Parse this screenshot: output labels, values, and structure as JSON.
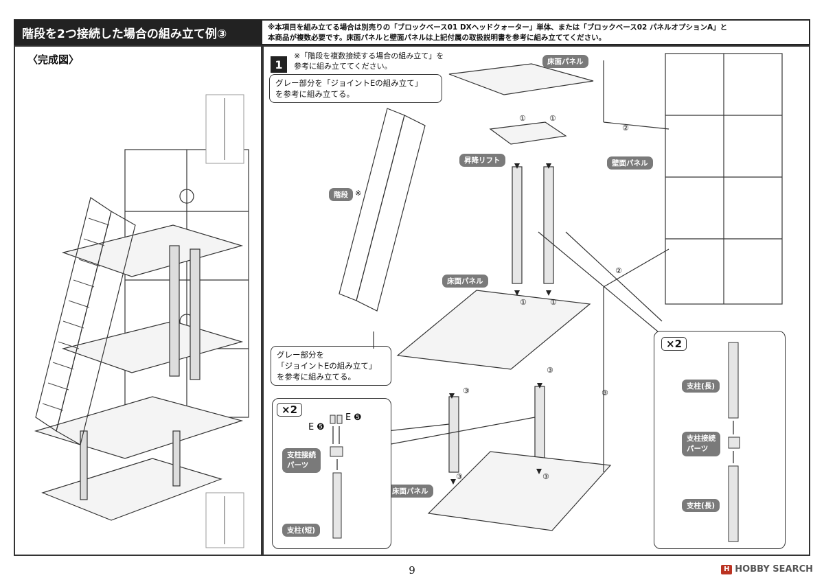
{
  "header": {
    "title": "階段を2つ接続した場合の組み立て例③",
    "note_line1": "※本項目を組み立てる場合は別売りの「ブロックベース01 DXヘッドクォーター」単体、または「ブロックベース02 パネルオプションA」と",
    "note_line2": "本商品が複数必要です。床面パネルと壁面パネルは上記付属の取扱説明書を参考に組み立ててください。"
  },
  "left_panel": {
    "label": "〈完成図〉"
  },
  "right_panel": {
    "step_number": "1",
    "step_note": "※「階段を複数接続する場合の組み立て」を\n参考に組み立ててください。",
    "callout_top": "グレー部分を「ジョイントEの組み立て」\nを参考に組み立てる。",
    "callout_mid": "グレー部分を\n「ジョイントEの組み立て」\nを参考に組み立てる。",
    "labels": {
      "floor_top": "床面パネル",
      "lift": "昇降リフト",
      "wall": "壁面パネル",
      "stairs": "階段",
      "stairs_mark": "※",
      "floor_mid": "床面パネル",
      "floor_bottom": "床面パネル"
    },
    "callout_numbers": {
      "one": "①",
      "two": "②",
      "three": "③"
    },
    "sub_left": {
      "multiplier": "×2",
      "part_e": "E",
      "part_e_num": "❺",
      "connector_label": "支柱接続\nパーツ",
      "short_post": "支柱(短)"
    },
    "sub_right": {
      "multiplier": "×2",
      "long_post_top": "支柱(長)",
      "connector_label": "支柱接続\nパーツ",
      "long_post_bottom": "支柱(長)"
    }
  },
  "footer": {
    "page_number": "9",
    "watermark": "HOBBY SEARCH",
    "watermark_mark": "H"
  }
}
